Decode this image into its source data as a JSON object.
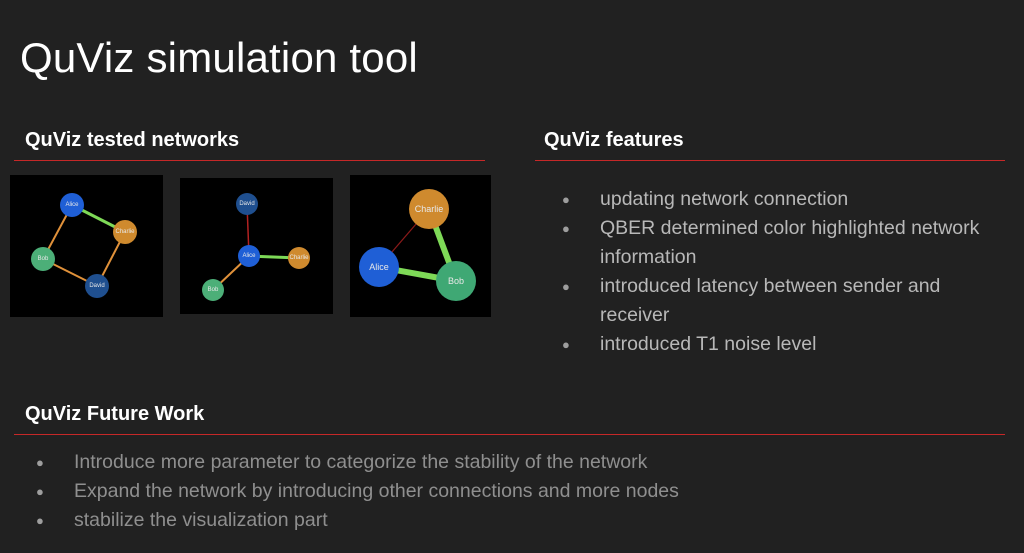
{
  "slide": {
    "title": "QuViz simulation tool"
  },
  "tested": {
    "heading": "QuViz tested networks",
    "networks": [
      {
        "nodes": [
          {
            "label": "Alice",
            "color": "#1f5fd6"
          },
          {
            "label": "Charlie",
            "color": "#cf8a2e"
          },
          {
            "label": "Bob",
            "color": "#4caf78"
          },
          {
            "label": "David",
            "color": "#1f4f8f"
          }
        ]
      },
      {
        "nodes": [
          {
            "label": "David",
            "color": "#1f4f8f"
          },
          {
            "label": "Alice",
            "color": "#1f5fd6"
          },
          {
            "label": "Charlie",
            "color": "#cf8a2e"
          },
          {
            "label": "Bob",
            "color": "#4caf78"
          }
        ]
      },
      {
        "nodes": [
          {
            "label": "Charlie",
            "color": "#cf8a2e"
          },
          {
            "label": "Alice",
            "color": "#1f5fd6"
          },
          {
            "label": "Bob",
            "color": "#3fa874"
          }
        ]
      }
    ]
  },
  "features": {
    "heading": "QuViz features",
    "items": [
      "updating network connection",
      "QBER determined color highlighted network information",
      "introduced latency between sender and receiver",
      "introduced T1 noise level"
    ]
  },
  "future": {
    "heading": "QuViz Future Work",
    "items": [
      "Introduce more parameter to categorize the stability of the network",
      "Expand the network by introducing other connections and more nodes",
      "stabilize the visualization part"
    ]
  },
  "colors": {
    "background": "#212121",
    "rule": "#c62828",
    "edge_green": "#7ed957",
    "edge_orange": "#e0913a",
    "edge_red": "#b22222"
  }
}
